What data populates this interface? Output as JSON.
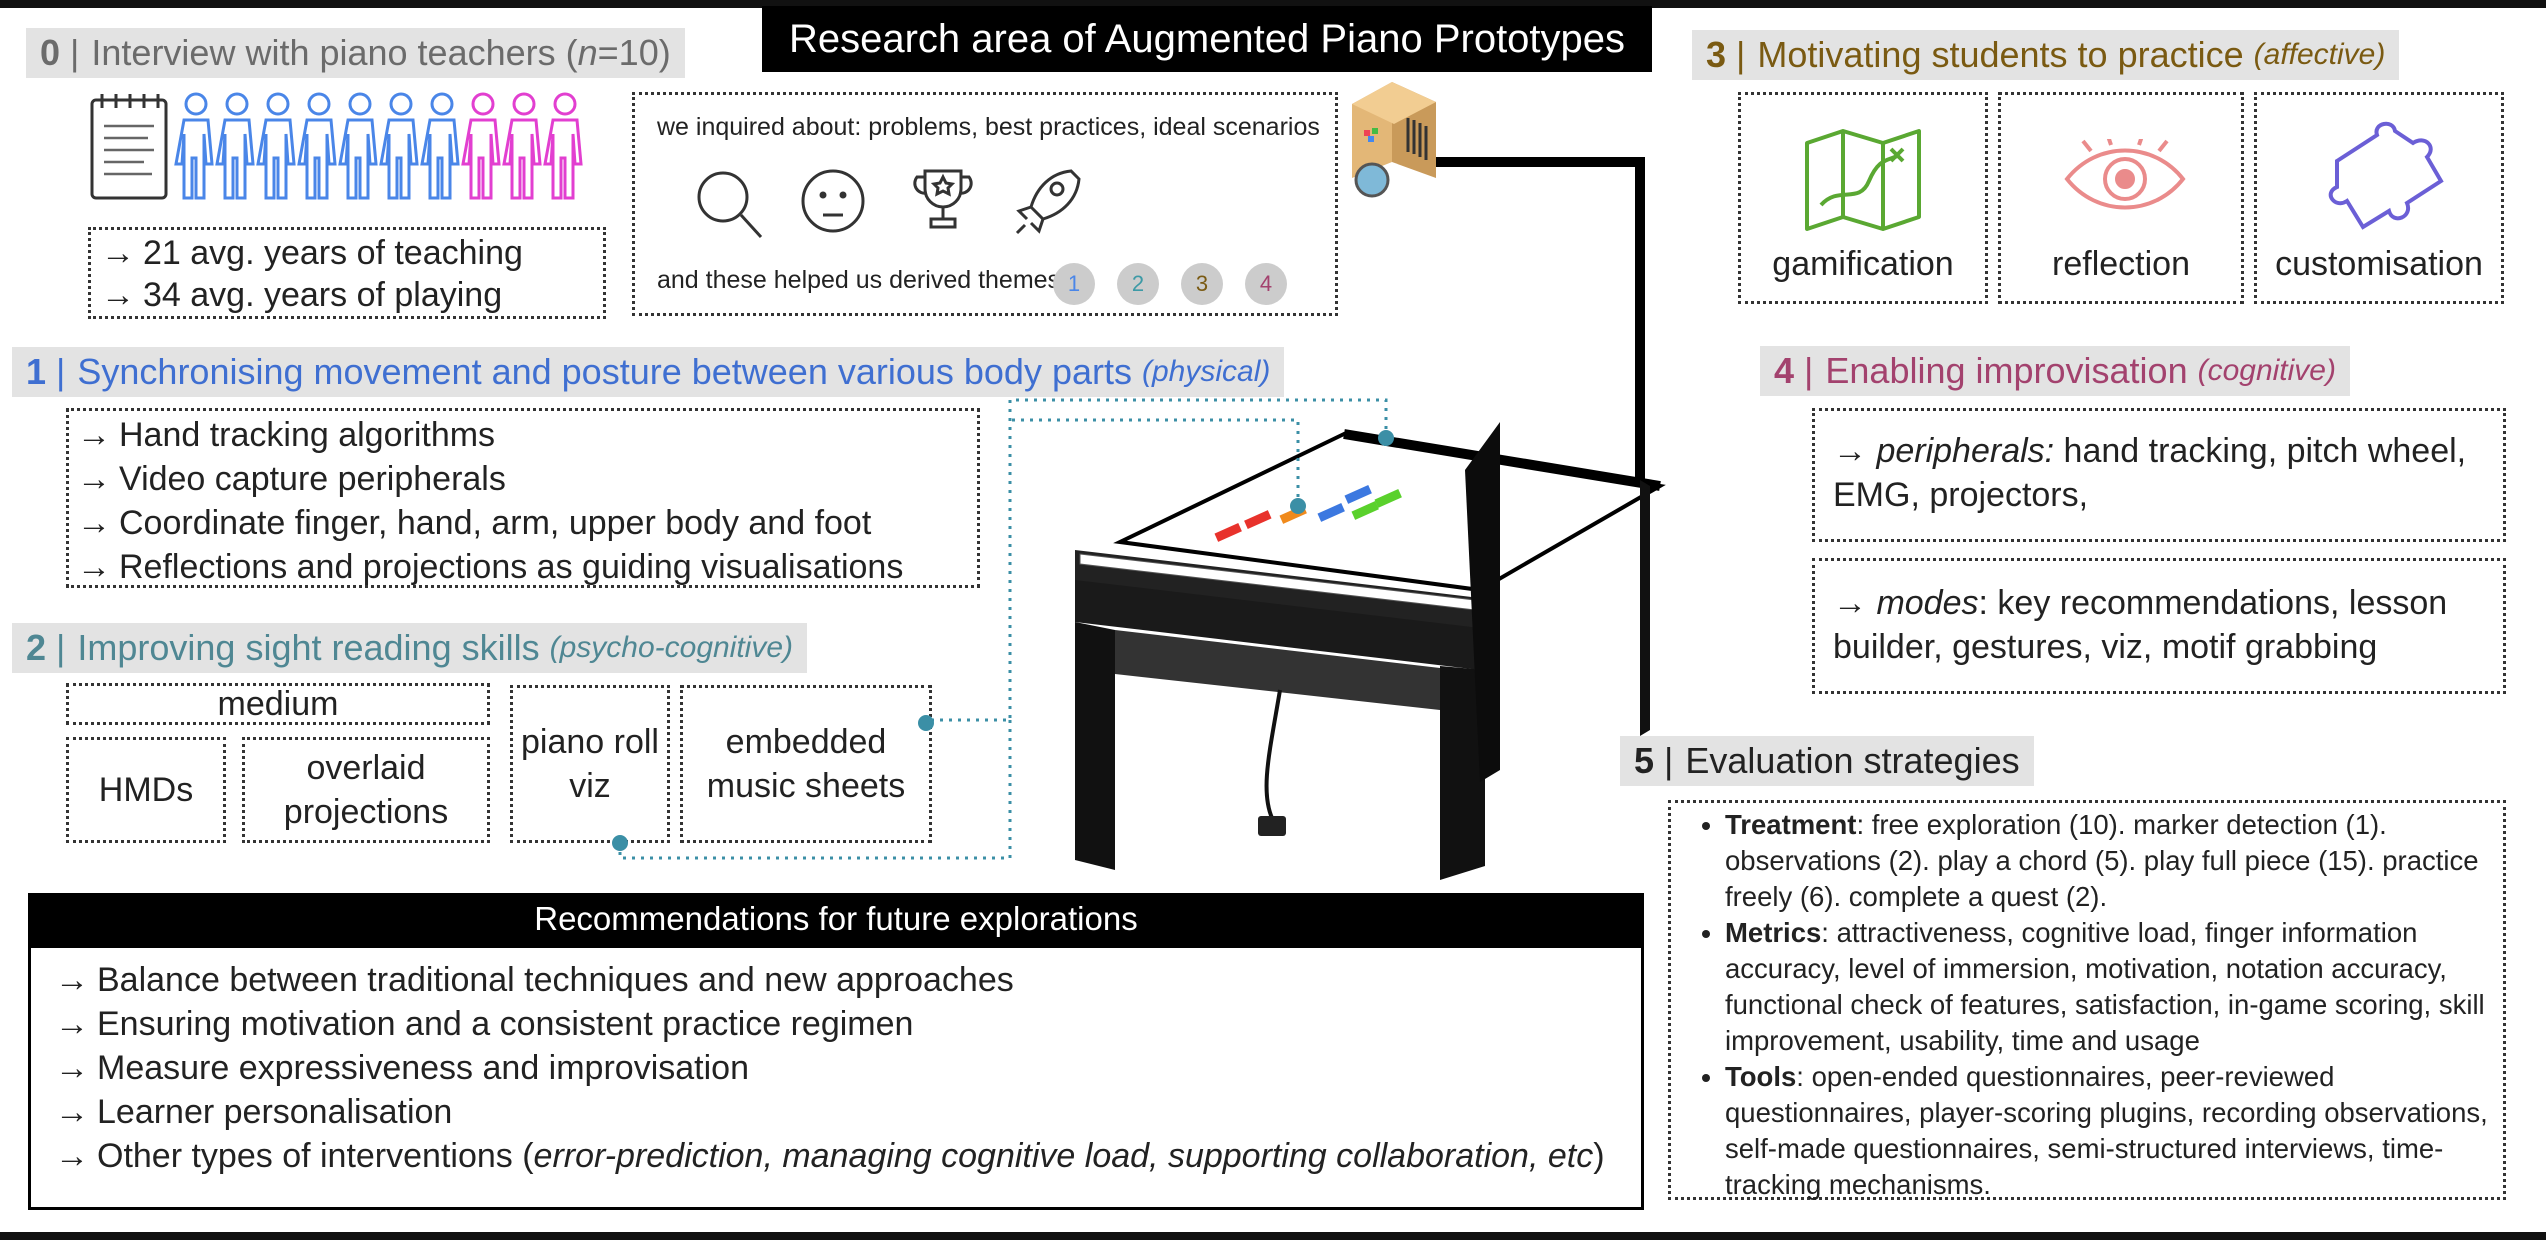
{
  "title": "Research area of Augmented Piano Prototypes",
  "section0": {
    "num": "0",
    "sep": "|",
    "text": "Interview with piano teachers (",
    "n_var": "n",
    "n_val": "=10)",
    "stats": [
      "21 avg. years of teaching",
      "34 avg. years of playing"
    ],
    "inquired": "we inquired about: problems, best practices, ideal scenarios",
    "derived": "and these helped us derived themes",
    "themes": [
      "1",
      "2",
      "3",
      "4"
    ],
    "icons": [
      "magnifier-icon",
      "face-icon",
      "trophy-icon",
      "rocket-icon"
    ]
  },
  "section1": {
    "num": "1",
    "sep": "|",
    "text": "Synchronising movement and posture between various body parts",
    "tag": "(physical)",
    "items": [
      "Hand tracking algorithms",
      "Video capture peripherals",
      "Coordinate finger, hand, arm, upper body and foot",
      "Reflections and projections as guiding visualisations"
    ]
  },
  "section2": {
    "num": "2",
    "sep": "|",
    "text": "Improving sight reading skills",
    "tag": "(psycho-cognitive)",
    "medium": "medium",
    "hmds": "HMDs",
    "overlaid": "overlaid projections",
    "piano_roll": "piano roll viz",
    "embedded": "embedded music sheets"
  },
  "section3": {
    "num": "3",
    "sep": "|",
    "text": "Motivating students to practice",
    "tag": "(affective)",
    "items": [
      "gamification",
      "reflection",
      "customisation"
    ]
  },
  "section4": {
    "num": "4",
    "sep": "|",
    "text": "Enabling improvisation",
    "tag": "(cognitive)",
    "peripherals_label": "peripherals:",
    "peripherals_text": " hand tracking, pitch wheel, EMG, projectors,",
    "modes_label": "modes",
    "modes_text": ": key recommendations, lesson builder, gestures, viz, motif grabbing"
  },
  "section5": {
    "num": "5",
    "sep": "|",
    "text": "Evaluation strategies",
    "treatment_label": "Treatment",
    "treatment": ": free exploration (10). marker detection (1). observations (2). play a chord (5). play full piece (15). practice freely (6). complete a quest (2).",
    "metrics_label": "Metrics",
    "metrics": ": attractiveness, cognitive load, finger information accuracy, level of immersion, motivation, notation accuracy, functional check of features, satisfaction, in-game scoring, skill improvement, usability, time and usage",
    "tools_label": "Tools",
    "tools": ": open-ended questionnaires, peer-reviewed questionnaires, player-scoring plugins, recording observations, self-made questionnaires, semi-structured interviews, time-tracking mechanisms."
  },
  "recommendations": {
    "title": "Recommendations for future explorations",
    "items": [
      "Balance between traditional techniques and new approaches",
      "Ensuring motivation and a consistent practice regimen",
      "Measure expressiveness and improvisation",
      "Learner personalisation"
    ],
    "last_prefix": "Other types of interventions (",
    "last_italic": "error-prediction, managing cognitive load, supporting collaboration, etc",
    "last_suffix": ")"
  },
  "arrow": "→",
  "colors": {
    "s0": "#6b6b6b",
    "s1": "#3f6fd1",
    "s2": "#4f8793",
    "s3": "#7a5a12",
    "s4": "#a3426e",
    "teacher_blue": "#4a86e8",
    "teacher_pink": "#e23fd0",
    "connector": "#3b8fa6",
    "theme1": "#4a86e8",
    "theme2": "#3d9aa6",
    "theme3": "#7a5a12",
    "theme4": "#a3426e"
  }
}
